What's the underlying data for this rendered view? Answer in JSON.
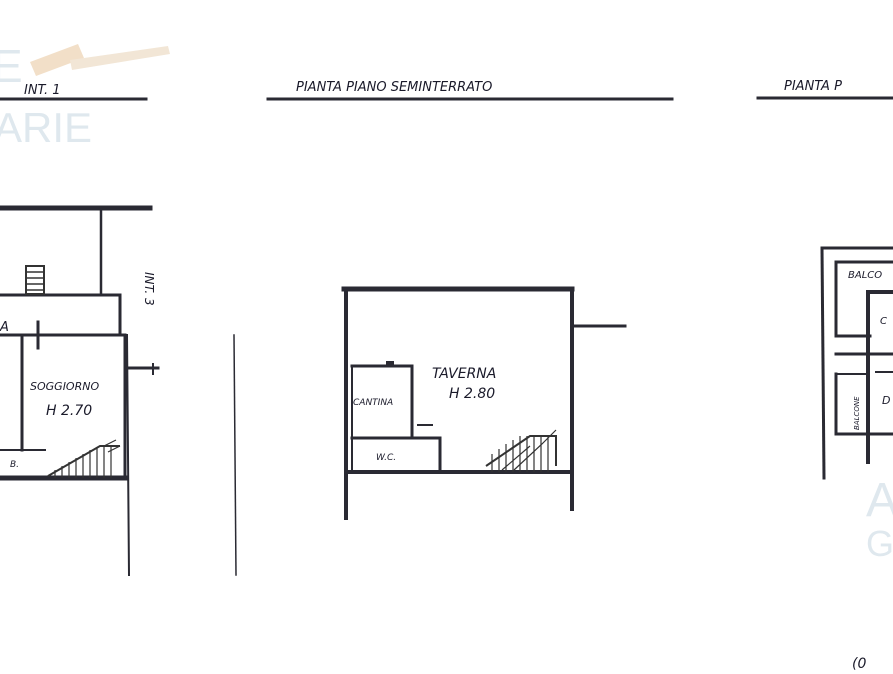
{
  "watermark": {
    "left_top": "E",
    "left_bottom": "ARIE",
    "right_top": "A",
    "right_bottom": "G"
  },
  "plans": {
    "left": {
      "title": "INT. 1",
      "label_int3": "INT. 3",
      "room_soggiorno": "SOGGIORNO",
      "height": "H 2.70",
      "room_bath": "B.",
      "fragment_a": "A"
    },
    "middle": {
      "title": "PIANTA PIANO SEMINTERRATO",
      "room_taverna": "TAVERNA",
      "height": "H 2.80",
      "room_cantina": "CANTINA",
      "room_wc": "W.C."
    },
    "right": {
      "title": "PIANTA P",
      "room_balcone": "BALCO",
      "room_c": "C",
      "room_d": "D",
      "room_side": "BALCONE"
    }
  },
  "corner_note": "(0"
}
